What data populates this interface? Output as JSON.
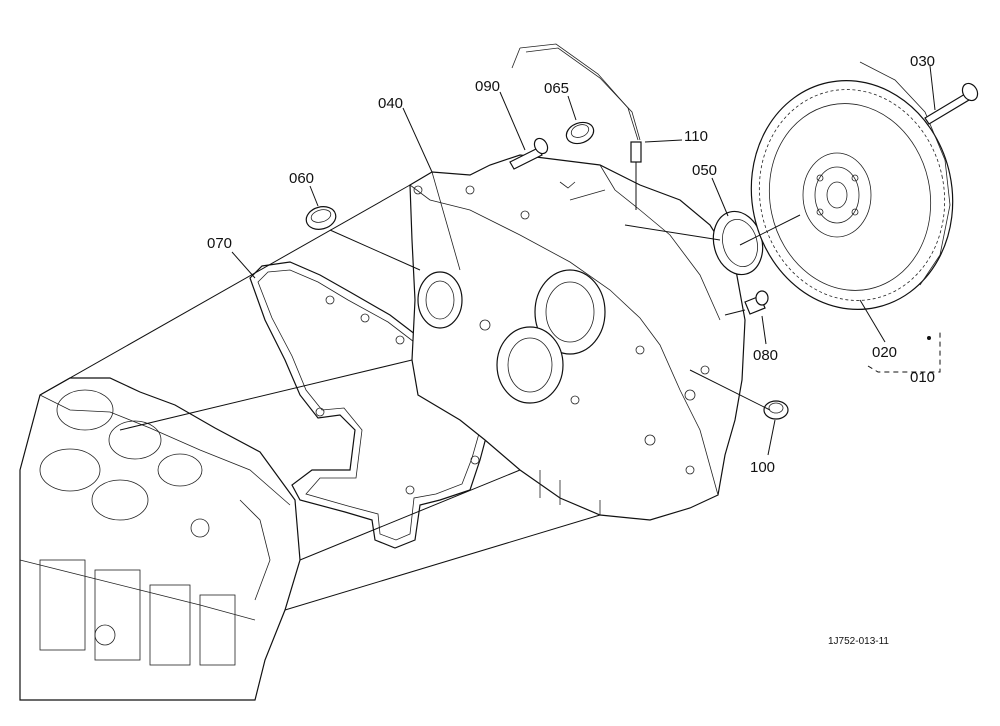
{
  "callouts": {
    "p010": "010",
    "p020": "020",
    "p030": "030",
    "p040": "040",
    "p050": "050",
    "p060": "060",
    "p065": "065",
    "p070": "070",
    "p080": "080",
    "p090": "090",
    "p100": "100",
    "p110": "110"
  },
  "drawing_code": "1J752-013-11"
}
